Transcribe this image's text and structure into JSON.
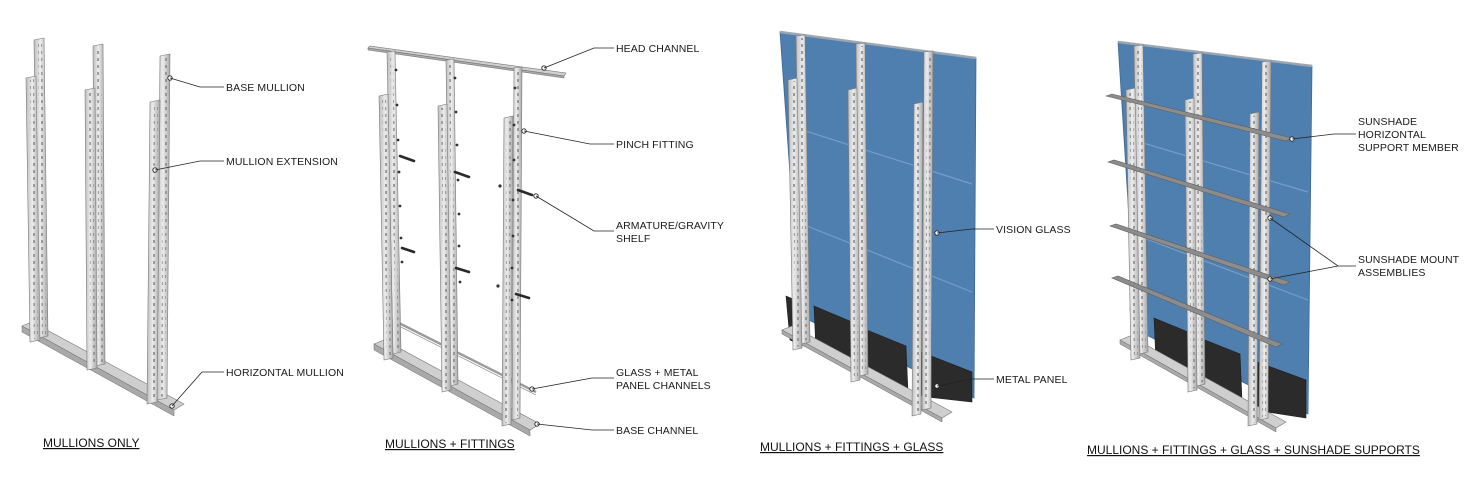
{
  "diagrams": [
    {
      "title": "MULLIONS ONLY",
      "callouts": [
        {
          "lines": [
            "BASE MULLION"
          ]
        },
        {
          "lines": [
            "MULLION EXTENSION"
          ]
        },
        {
          "lines": [
            "HORIZONTAL MULLION"
          ]
        }
      ]
    },
    {
      "title": "MULLIONS + FITTINGS",
      "callouts": [
        {
          "lines": [
            "HEAD CHANNEL"
          ]
        },
        {
          "lines": [
            "PINCH FITTING"
          ]
        },
        {
          "lines": [
            "ARMATURE/GRAVITY",
            "SHELF"
          ]
        },
        {
          "lines": [
            "GLASS + METAL",
            "PANEL CHANNELS"
          ]
        },
        {
          "lines": [
            "BASE CHANNEL"
          ]
        }
      ]
    },
    {
      "title": "MULLIONS + FITTINGS + GLASS",
      "callouts": [
        {
          "lines": [
            "VISION GLASS"
          ]
        },
        {
          "lines": [
            "METAL PANEL"
          ]
        }
      ]
    },
    {
      "title": "MULLIONS + FITTINGS + GLASS + SUNSHADE SUPPORTS",
      "callouts": [
        {
          "lines": [
            "SUNSHADE",
            "HORIZONTAL",
            "SUPPORT MEMBER"
          ]
        },
        {
          "lines": [
            "SUNSHADE MOUNT",
            "ASSEMBLIES"
          ]
        }
      ]
    }
  ],
  "colors": {
    "glass": "#4f7fae",
    "metal_panel": "#2b2b2b",
    "mullion": "#d4d4d4",
    "leader": "#222222"
  }
}
